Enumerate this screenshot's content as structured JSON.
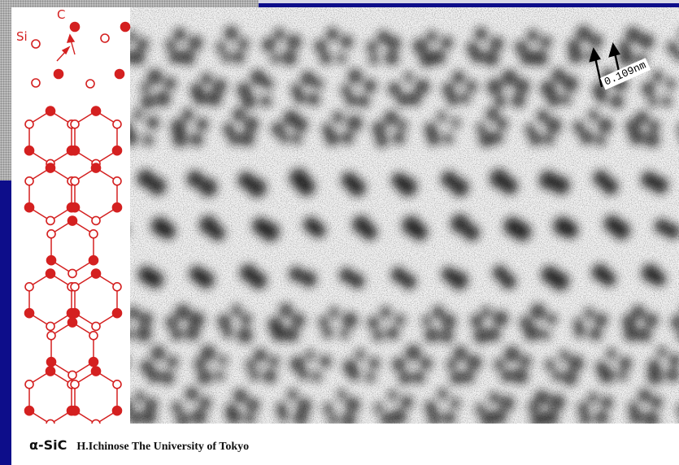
{
  "micrograph": {
    "scale_bar_label": "0.109nm"
  },
  "schematic": {
    "si_label": "Si",
    "c_label": "C",
    "atom_color": "#d42020"
  },
  "caption": {
    "formula": "α-SiC",
    "credit": "H.Ichinose The University of Tokyo"
  },
  "colors": {
    "background": "#0d0d8a",
    "panel": "#ffffff",
    "atom": "#d42020"
  }
}
